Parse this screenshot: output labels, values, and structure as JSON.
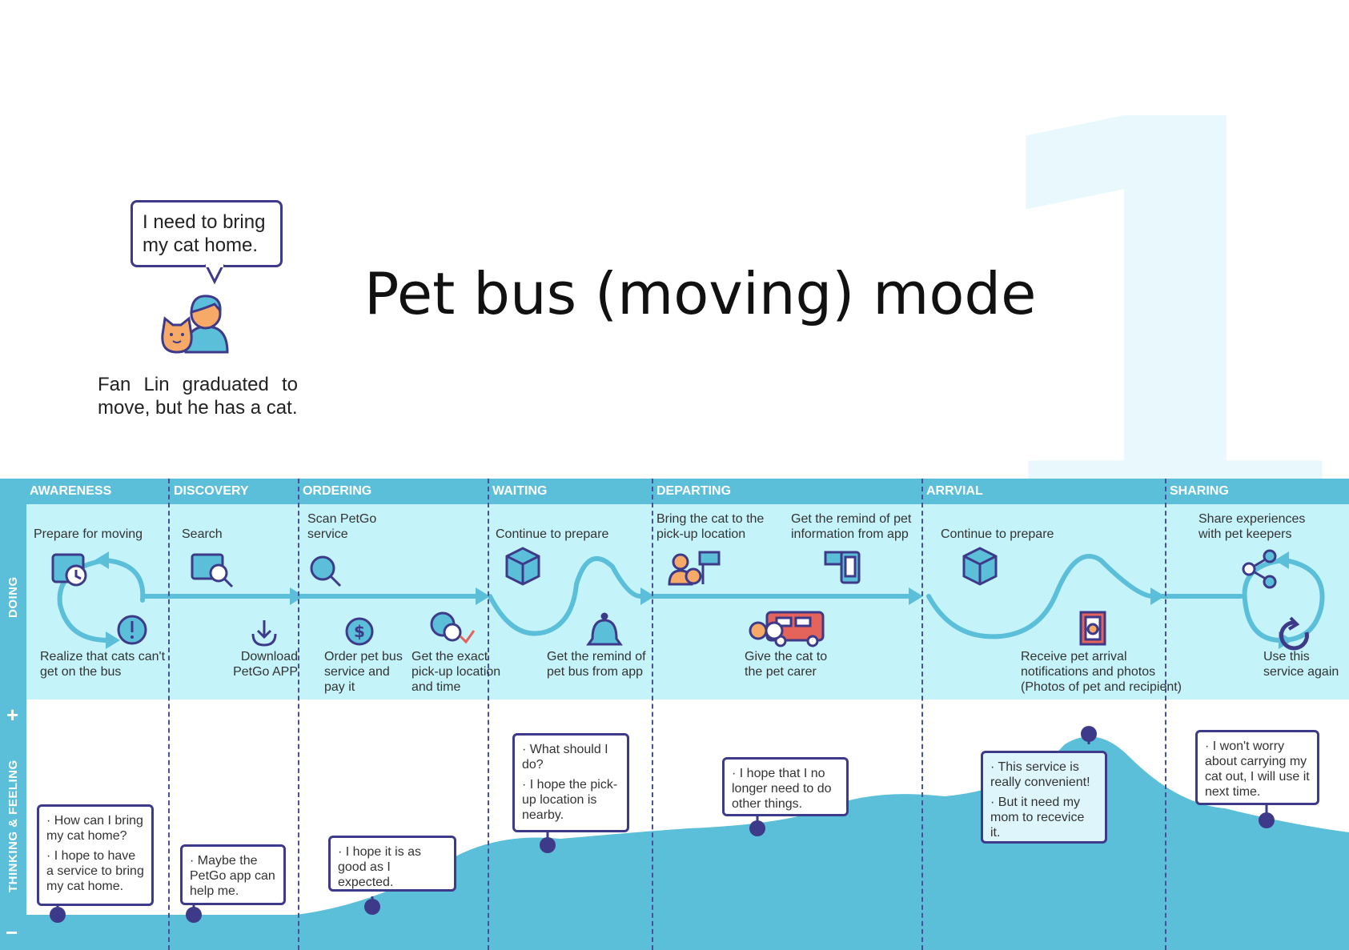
{
  "decor_number": "1",
  "title": "Pet bus (moving) mode",
  "persona": {
    "speech": "I need to bring my cat home.",
    "description": "Fan Lin graduated to move, but he has a cat."
  },
  "side_labels": {
    "doing": "DOING",
    "thinking": "THINKING & FEELING",
    "plus": "+",
    "minus": "−"
  },
  "stages": [
    "AWARENESS",
    "DISCOVERY",
    "ORDERING",
    "WAITING",
    "DEPARTING",
    "ARRVIAL",
    "SHARING"
  ],
  "actions": {
    "prepare_moving": "Prepare for moving",
    "realize": "Realize that cats can't get on the bus",
    "search": "Search",
    "download": "Download PetGo APP",
    "scan": "Scan PetGo service",
    "order": "Order pet bus service and pay it",
    "exact": "Get the exact pick-up location and time",
    "continue1": "Continue to prepare",
    "remind_bus": "Get the remind of pet bus from app",
    "bring": "Bring the cat to the pick-up location",
    "remind_info": "Get the remind of pet information from app",
    "give": "Give the cat to the pet carer",
    "continue2": "Continue to prepare",
    "receive": "Receive pet arrival notifications and photos (Photos of pet and recipient)",
    "share": "Share experiences with pet keepers",
    "use_again": "Use this service again"
  },
  "thoughts": {
    "t1a": "· How can I bring my cat home?",
    "t1b": "· I hope to have a service to bring my cat home.",
    "t2": "· Maybe the PetGo app can help me.",
    "t3": "· I hope it is as good as I expected.",
    "t4a": "· What should I do?",
    "t4b": "· I hope the pick-up location is nearby.",
    "t5": "· I hope that I no longer need to do other things.",
    "t6a": "· This service is really convenient!",
    "t6b": "· But it need my mom to recevice it.",
    "t7": "· I won't worry about carrying my cat out, I will use it next time."
  },
  "colors": {
    "accent": "#5bbfd9",
    "band": "#c5f3fa",
    "ink": "#3e3a8a",
    "orange": "#f7a967",
    "red": "#e4635a"
  }
}
